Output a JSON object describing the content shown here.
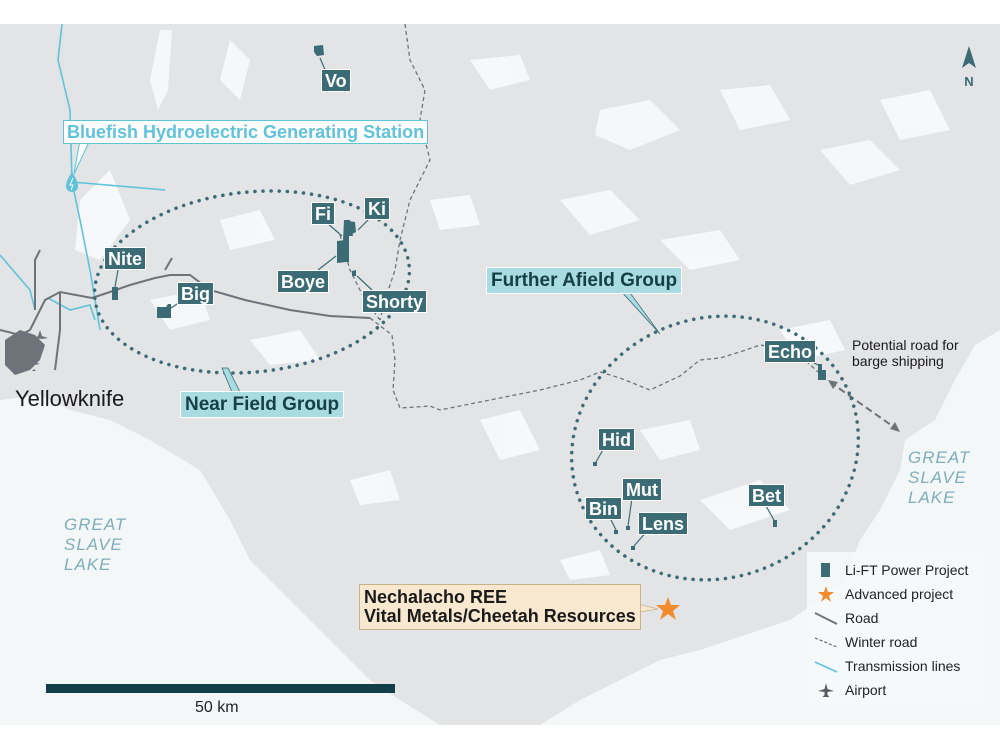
{
  "map": {
    "colors": {
      "land": "#e2e4e6",
      "water": "#f3f7f8",
      "project": "#3b6b74",
      "group_label_bg": "#a9dbe2",
      "group_label_text": "#163f48",
      "transmission": "#5fc3db",
      "road": "#6d7378",
      "winter_road": "#6d7378",
      "advanced_star": "#f28a2e",
      "advanced_label_bg": "#f7e8cf",
      "scalebar": "#123e4a"
    },
    "north_arrow": {
      "label": "N"
    },
    "projects": [
      {
        "name": "Vo"
      },
      {
        "name": "Fi"
      },
      {
        "name": "Ki"
      },
      {
        "name": "Boye"
      },
      {
        "name": "Shorty"
      },
      {
        "name": "Nite"
      },
      {
        "name": "Big"
      },
      {
        "name": "Echo"
      },
      {
        "name": "Hid"
      },
      {
        "name": "Mut"
      },
      {
        "name": "Bin"
      },
      {
        "name": "Lens"
      },
      {
        "name": "Bet"
      }
    ],
    "groups": {
      "near": "Near Field Group",
      "further": "Further Afield Group"
    },
    "hydro_station": "Bluefish Hydroelectric Generating Station",
    "town": "Yellowknife",
    "lakes": {
      "west": [
        "GREAT",
        "SLAVE",
        "LAKE"
      ],
      "east": [
        "GREAT",
        "SLAVE",
        "LAKE"
      ]
    },
    "advanced_project": {
      "line1": "Nechalacho REE",
      "line2": "Vital Metals/Cheetah Resources"
    },
    "barge_note": {
      "line1": "Potential road for",
      "line2": "barge shipping"
    },
    "scale": {
      "label": "50 km"
    },
    "legend": {
      "items": [
        {
          "label": "Li-FT Power Project",
          "icon": "project-square-icon"
        },
        {
          "label": "Advanced project",
          "icon": "star-icon"
        },
        {
          "label": "Road",
          "icon": "road-line-icon"
        },
        {
          "label": "Winter road",
          "icon": "winter-road-dash-icon"
        },
        {
          "label": "Transmission lines",
          "icon": "transmission-line-icon"
        },
        {
          "label": "Airport",
          "icon": "airplane-icon"
        }
      ]
    }
  }
}
